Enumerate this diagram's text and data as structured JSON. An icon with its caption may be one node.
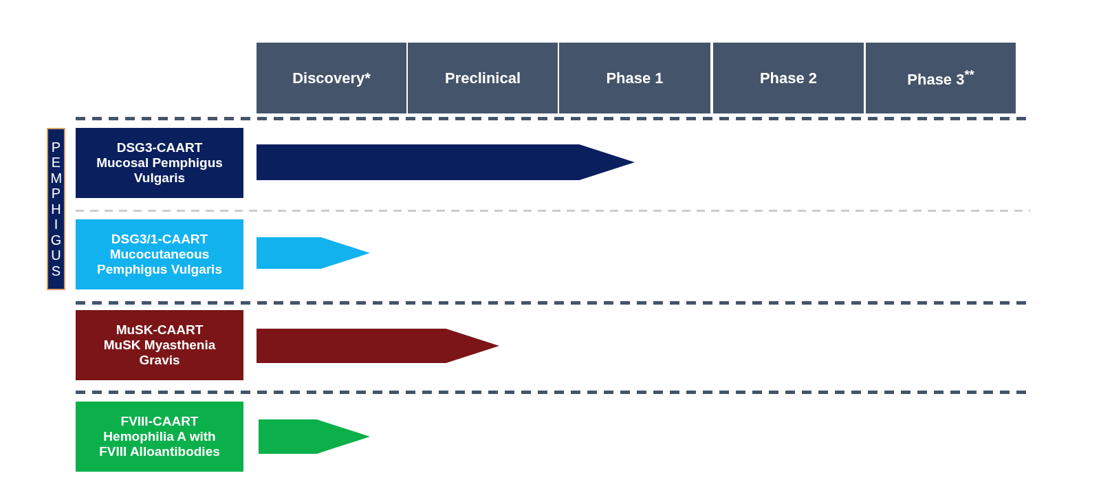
{
  "diagram": {
    "nodes": [
      {
        "text": [
          "Discovery*"
        ]
      },
      {
        "text": [
          "Preclinical"
        ]
      },
      {
        "text": [
          "Phase 1"
        ]
      },
      {
        "text": [
          "Phase 2"
        ]
      },
      {
        "text": [
          "Phase 3$^{**}$"
        ]
      },
      {
        "text": [
          "PEMPHIGUS"
        ]
      },
      {
        "text": [
          "DSG3-CAART",
          "Mucosal Pemphigus Vulgaris"
        ]
      },
      {
        "text": [],
        "shape": "arrow"
      },
      {
        "text": [
          "DSG3/1-CAART",
          "Mucocutaneous Pemphigus Vulgaris"
        ]
      },
      {
        "text": [],
        "shape": "arrow"
      },
      {
        "text": [
          "MuSK-CAART",
          "MuSK Myasthenia Gravis"
        ]
      },
      {
        "text": [],
        "shape": "arrow"
      },
      {
        "text": [
          "FVIII-CAART",
          "Hemophilia A with FVIII Alloantibodies"
        ]
      },
      {
        "text": [],
        "shape": "arrow"
      }
    ]
  }
}
